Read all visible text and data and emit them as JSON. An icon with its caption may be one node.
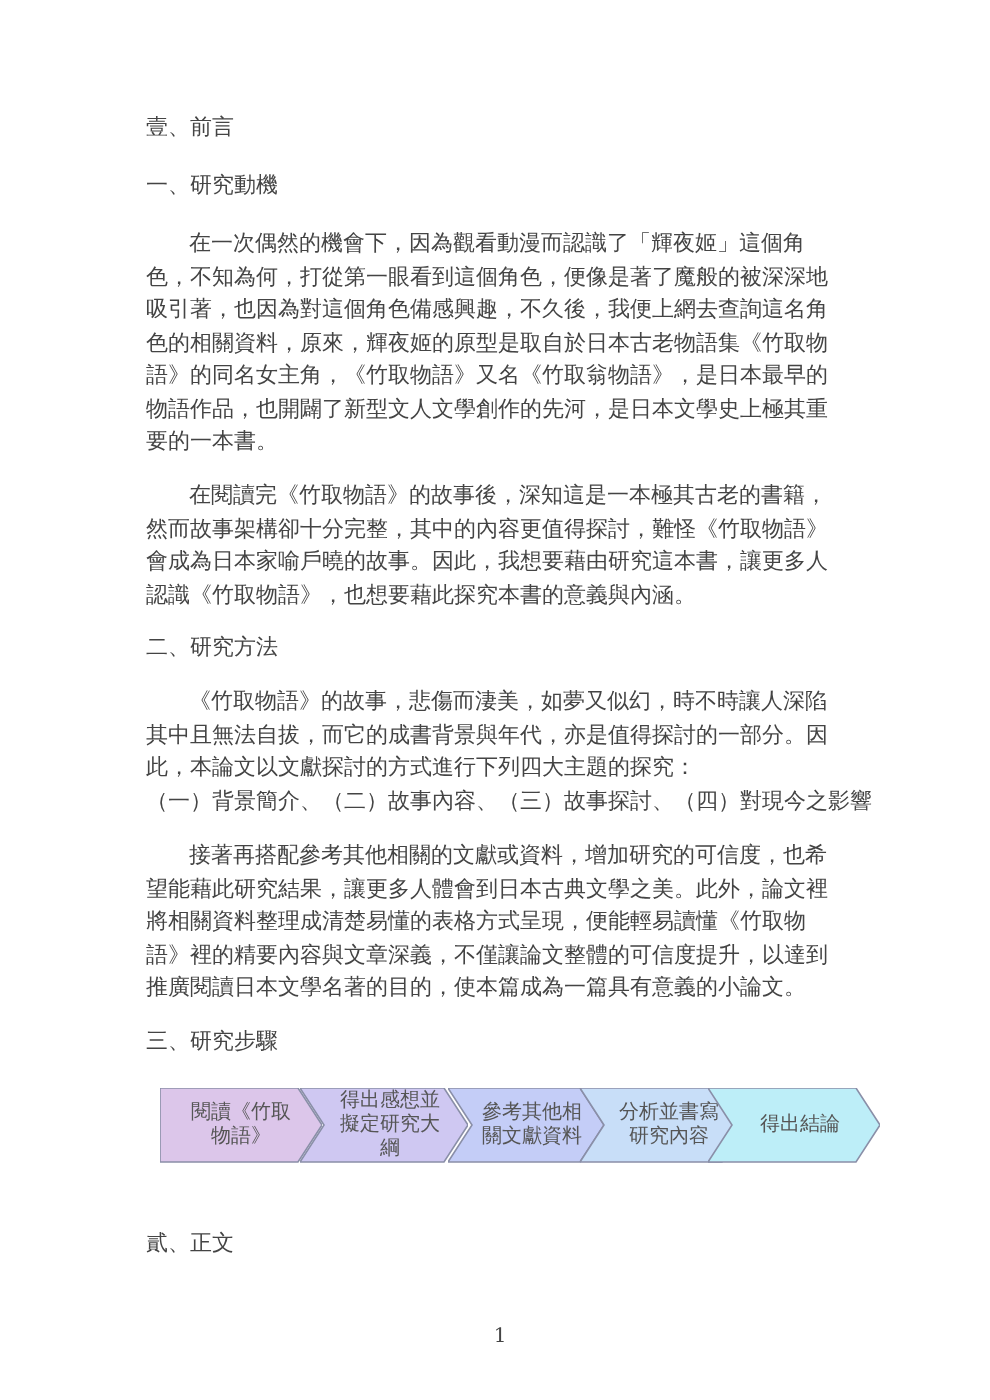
{
  "diagram": {
    "nodes": [
      {
        "text": [
          "閱讀《竹取物語》"
        ]
      },
      {
        "text": [
          "得出感想並擬定研究大綱"
        ]
      },
      {
        "text": [
          "參考其他相關文獻資料"
        ]
      },
      {
        "text": [
          "分析並書寫研究內容"
        ]
      },
      {
        "text": [
          "得出結論"
        ]
      }
    ],
    "labels": [
      "壹、前言",
      "一、研究動機",
      "在一次偶然的機會下，因為觀看動漫而認識了「輝夜姬」這個角色，不知為何，打從第一眼看到這個角色，便像是著了魔般的被深深地吸引著，也因為對這個角色備感興趣，不久後，我便上網去查詢這名角色的相關資料，原來，輝夜姬的原型是取自於日本古老物語集《竹取物語》的同名女主角，《竹取物語》又名《竹取翁物語》，是日本最早的物語作品，也開闢了新型文人文學創作的先河，是日本文學史上極其重要的一本書。",
      "在閱讀完《竹取物語》的故事後，深知這是一本極其古老的書籍，然而故事架構卻十分完整，其中的內容更值得探討，難怪《竹取物語》會成為日本家喻戶曉的故事。因此，我想要藉由研究這本書，讓更多人認識《竹取物語》，也想要藉此探究本書的意義與內涵。",
      "二、研究方法",
      "《竹取物語》的故事，悲傷而淒美，如夢又似幻，時不時讓人深陷其中且無法自拔，而它的成書背景與年代，亦是值得探討的一部分。因此，本論文以文獻探討的方式進行下列四大主題的探究：",
      "（一）背景簡介、（二）故事內容、（三）故事探討、（四）對現今之影響",
      "接著再搭配參考其他相關的文獻或資料，增加研究的可信度，也希望能藉此研究結果，讓更多人體會到日本古典文學之美。此外，論文裡將相關資料整理成清楚易懂的表格方式呈現，便能輕易讀懂《竹取物語》裡的精要內容與文章深義，不僅讓論文整體的可信度提升，以達到推廣閱讀日本文學名著的目的，使本篇成為一篇具有意義的小論文。",
      "三、研究步驟",
      "貳、正文",
      "1"
    ]
  }
}
